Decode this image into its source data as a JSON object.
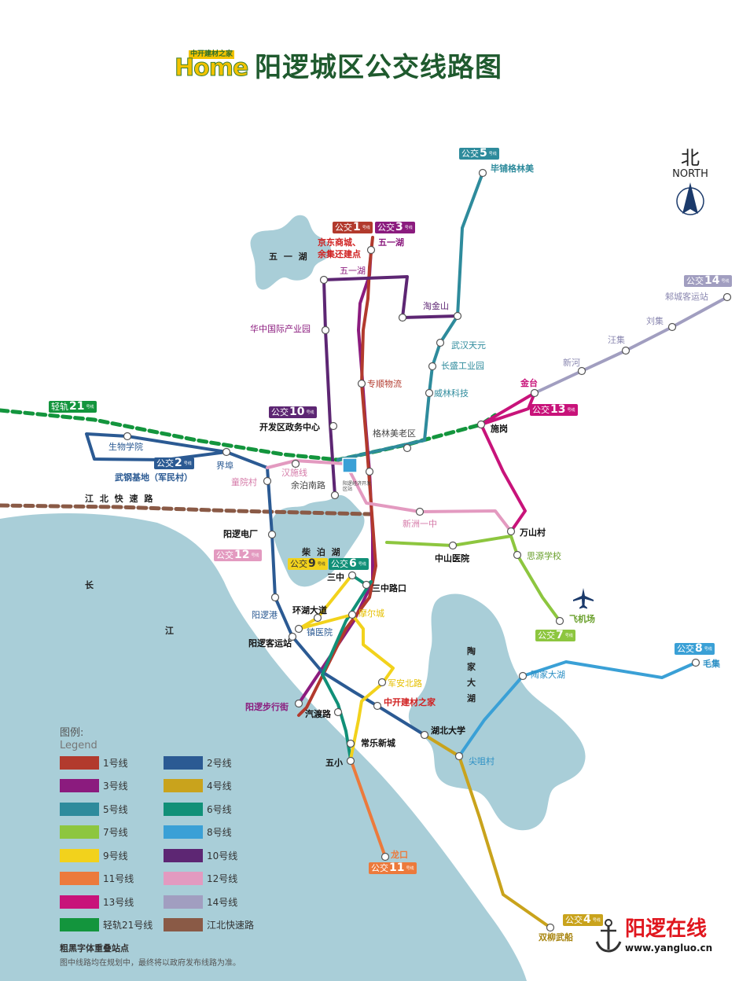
{
  "header": {
    "logo_word": "Home",
    "logo_sub": "中开建材之家",
    "title": "阳逻城区公交线路图"
  },
  "north": {
    "cn": "北",
    "en": "NORTH"
  },
  "colors": {
    "water": "#a9ced8",
    "line1": "#b23a2d",
    "line2": "#2b5a93",
    "line3": "#8b1b7e",
    "line4": "#c9a31c",
    "line5": "#2e8b9c",
    "line6": "#119078",
    "line7": "#8dc63f",
    "line8": "#3aa0d6",
    "line9": "#f2d21c",
    "line10": "#5d2673",
    "line11": "#ec7a3c",
    "line12": "#e39ac0",
    "line13": "#c8137a",
    "line14": "#a19ec0",
    "rail21": "#13953d",
    "expressway": "#8a5a46"
  },
  "water_labels": {
    "wuyi_lake": "五 一 湖",
    "chai_lake": "柴 泊 湖",
    "tao_lake": [
      "陶",
      "家",
      "大",
      "湖"
    ],
    "yangtze": [
      "长",
      "江"
    ],
    "expressway": "江 北 快 速 路"
  },
  "badges": [
    {
      "id": "b1",
      "text": "公交",
      "num": "1",
      "sub": "号线",
      "color": "#b23a2d"
    },
    {
      "id": "b3",
      "text": "公交",
      "num": "3",
      "sub": "号线",
      "color": "#8b1b7e"
    },
    {
      "id": "b5",
      "text": "公交",
      "num": "5",
      "sub": "号线",
      "color": "#2e8b9c"
    },
    {
      "id": "b14",
      "text": "公交",
      "num": "14",
      "sub": "号线",
      "color": "#a19ec0"
    },
    {
      "id": "b13",
      "text": "公交",
      "num": "13",
      "sub": "号线",
      "color": "#c8137a"
    },
    {
      "id": "b21",
      "text": "轻轨",
      "num": "21",
      "sub": "号线",
      "color": "#13953d"
    },
    {
      "id": "b10",
      "text": "公交",
      "num": "10",
      "sub": "号线",
      "color": "#5d2673"
    },
    {
      "id": "b2",
      "text": "公交",
      "num": "2",
      "sub": "号线",
      "color": "#2b5a93"
    },
    {
      "id": "b12",
      "text": "公交",
      "num": "12",
      "sub": "号线",
      "color": "#e39ac0"
    },
    {
      "id": "b9",
      "text": "公交",
      "num": "9",
      "sub": "号线",
      "color": "#f2d21c"
    },
    {
      "id": "b6",
      "text": "公交",
      "num": "6",
      "sub": "号线",
      "color": "#119078"
    },
    {
      "id": "b7",
      "text": "公交",
      "num": "7",
      "sub": "号线",
      "color": "#8dc63f"
    },
    {
      "id": "b8",
      "text": "公交",
      "num": "8",
      "sub": "号线",
      "color": "#3aa0d6"
    },
    {
      "id": "b11",
      "text": "公交",
      "num": "11",
      "sub": "号线",
      "color": "#ec7a3c"
    },
    {
      "id": "b4",
      "text": "公交",
      "num": "4",
      "sub": "号线",
      "color": "#c9a31c"
    }
  ],
  "stations": {
    "bipu": "毕铺格林美",
    "jingdong": "京东商城、",
    "yuji": "余集还建点",
    "wuyihu_a": "五一湖",
    "wuyihu_b": "五一湖",
    "taojinshan": "淘金山",
    "huazhong": "华中国际产业园",
    "wuhantianyuan": "武汉天元",
    "changsheng": "长盛工业园",
    "zhuanshun": "专顺物流",
    "weilin": "威林科技",
    "gelinmei": "格林美老区",
    "shigang": "施岗",
    "jintai": "金台",
    "xinhe": "新河",
    "wangji": "汪集",
    "liuji": "刘集",
    "zhuchengkeyun": "邾城客运站",
    "kaifaqu": "开发区政务中心",
    "shengwu": "生物学院",
    "jiebu": "界埠",
    "wugang": "武钢基地（军民村）",
    "tongyuan": "童院村",
    "hanshi": "汉施线",
    "yubonan": "余泊南路",
    "xinzhou": "新洲一中",
    "wanshan": "万山村",
    "siyuan": "思源学校",
    "zhongshan": "中山医院",
    "feijichang": "飞机场",
    "yangluodianchang": "阳逻电厂",
    "sanzhong": "三中",
    "sanzhonglukou": "三中路口",
    "huanhu": "环湖大道",
    "yangluogang": "阳逻港",
    "moer": "摩尔城",
    "zhenyiyuan": "镇医院",
    "yangluokeyun": "阳逻客运站",
    "junan": "军安北路",
    "zhongkai": "中开建材之家",
    "bubujie": "阳逻步行街",
    "qidu": "汽渡路",
    "hubei": "湖北大学",
    "changle": "常乐新城",
    "wuxiao": "五小",
    "jianju": "尖咀村",
    "taojiadahu": "陶家大湖",
    "maoji": "毛集",
    "longkou": "龙口",
    "shuangliu": "双柳武船",
    "kfq_station": "阳逻经济开发区站"
  },
  "legend": {
    "title": "图例:",
    "subtitle": "Legend",
    "items": [
      {
        "label": "1号线",
        "color": "#b23a2d"
      },
      {
        "label": "2号线",
        "color": "#2b5a93"
      },
      {
        "label": "3号线",
        "color": "#8b1b7e"
      },
      {
        "label": "4号线",
        "color": "#c9a31c"
      },
      {
        "label": "5号线",
        "color": "#2e8b9c"
      },
      {
        "label": "6号线",
        "color": "#119078"
      },
      {
        "label": "7号线",
        "color": "#8dc63f"
      },
      {
        "label": "8号线",
        "color": "#3aa0d6"
      },
      {
        "label": "9号线",
        "color": "#f2d21c"
      },
      {
        "label": "10号线",
        "color": "#5d2673"
      },
      {
        "label": "11号线",
        "color": "#ec7a3c"
      },
      {
        "label": "12号线",
        "color": "#e39ac0"
      },
      {
        "label": "13号线",
        "color": "#c8137a"
      },
      {
        "label": "14号线",
        "color": "#a19ec0"
      },
      {
        "label": "轻轨21号线",
        "color": "#13953d"
      },
      {
        "label": "江北快速路",
        "color": "#8a5a46"
      }
    ],
    "note_bold": "粗黑字体重叠站点",
    "note": "图中线路均在规划中，最终将以政府发布线路为准。"
  },
  "brand": {
    "name": "阳逻在线",
    "url": "www.yangluo.cn"
  }
}
